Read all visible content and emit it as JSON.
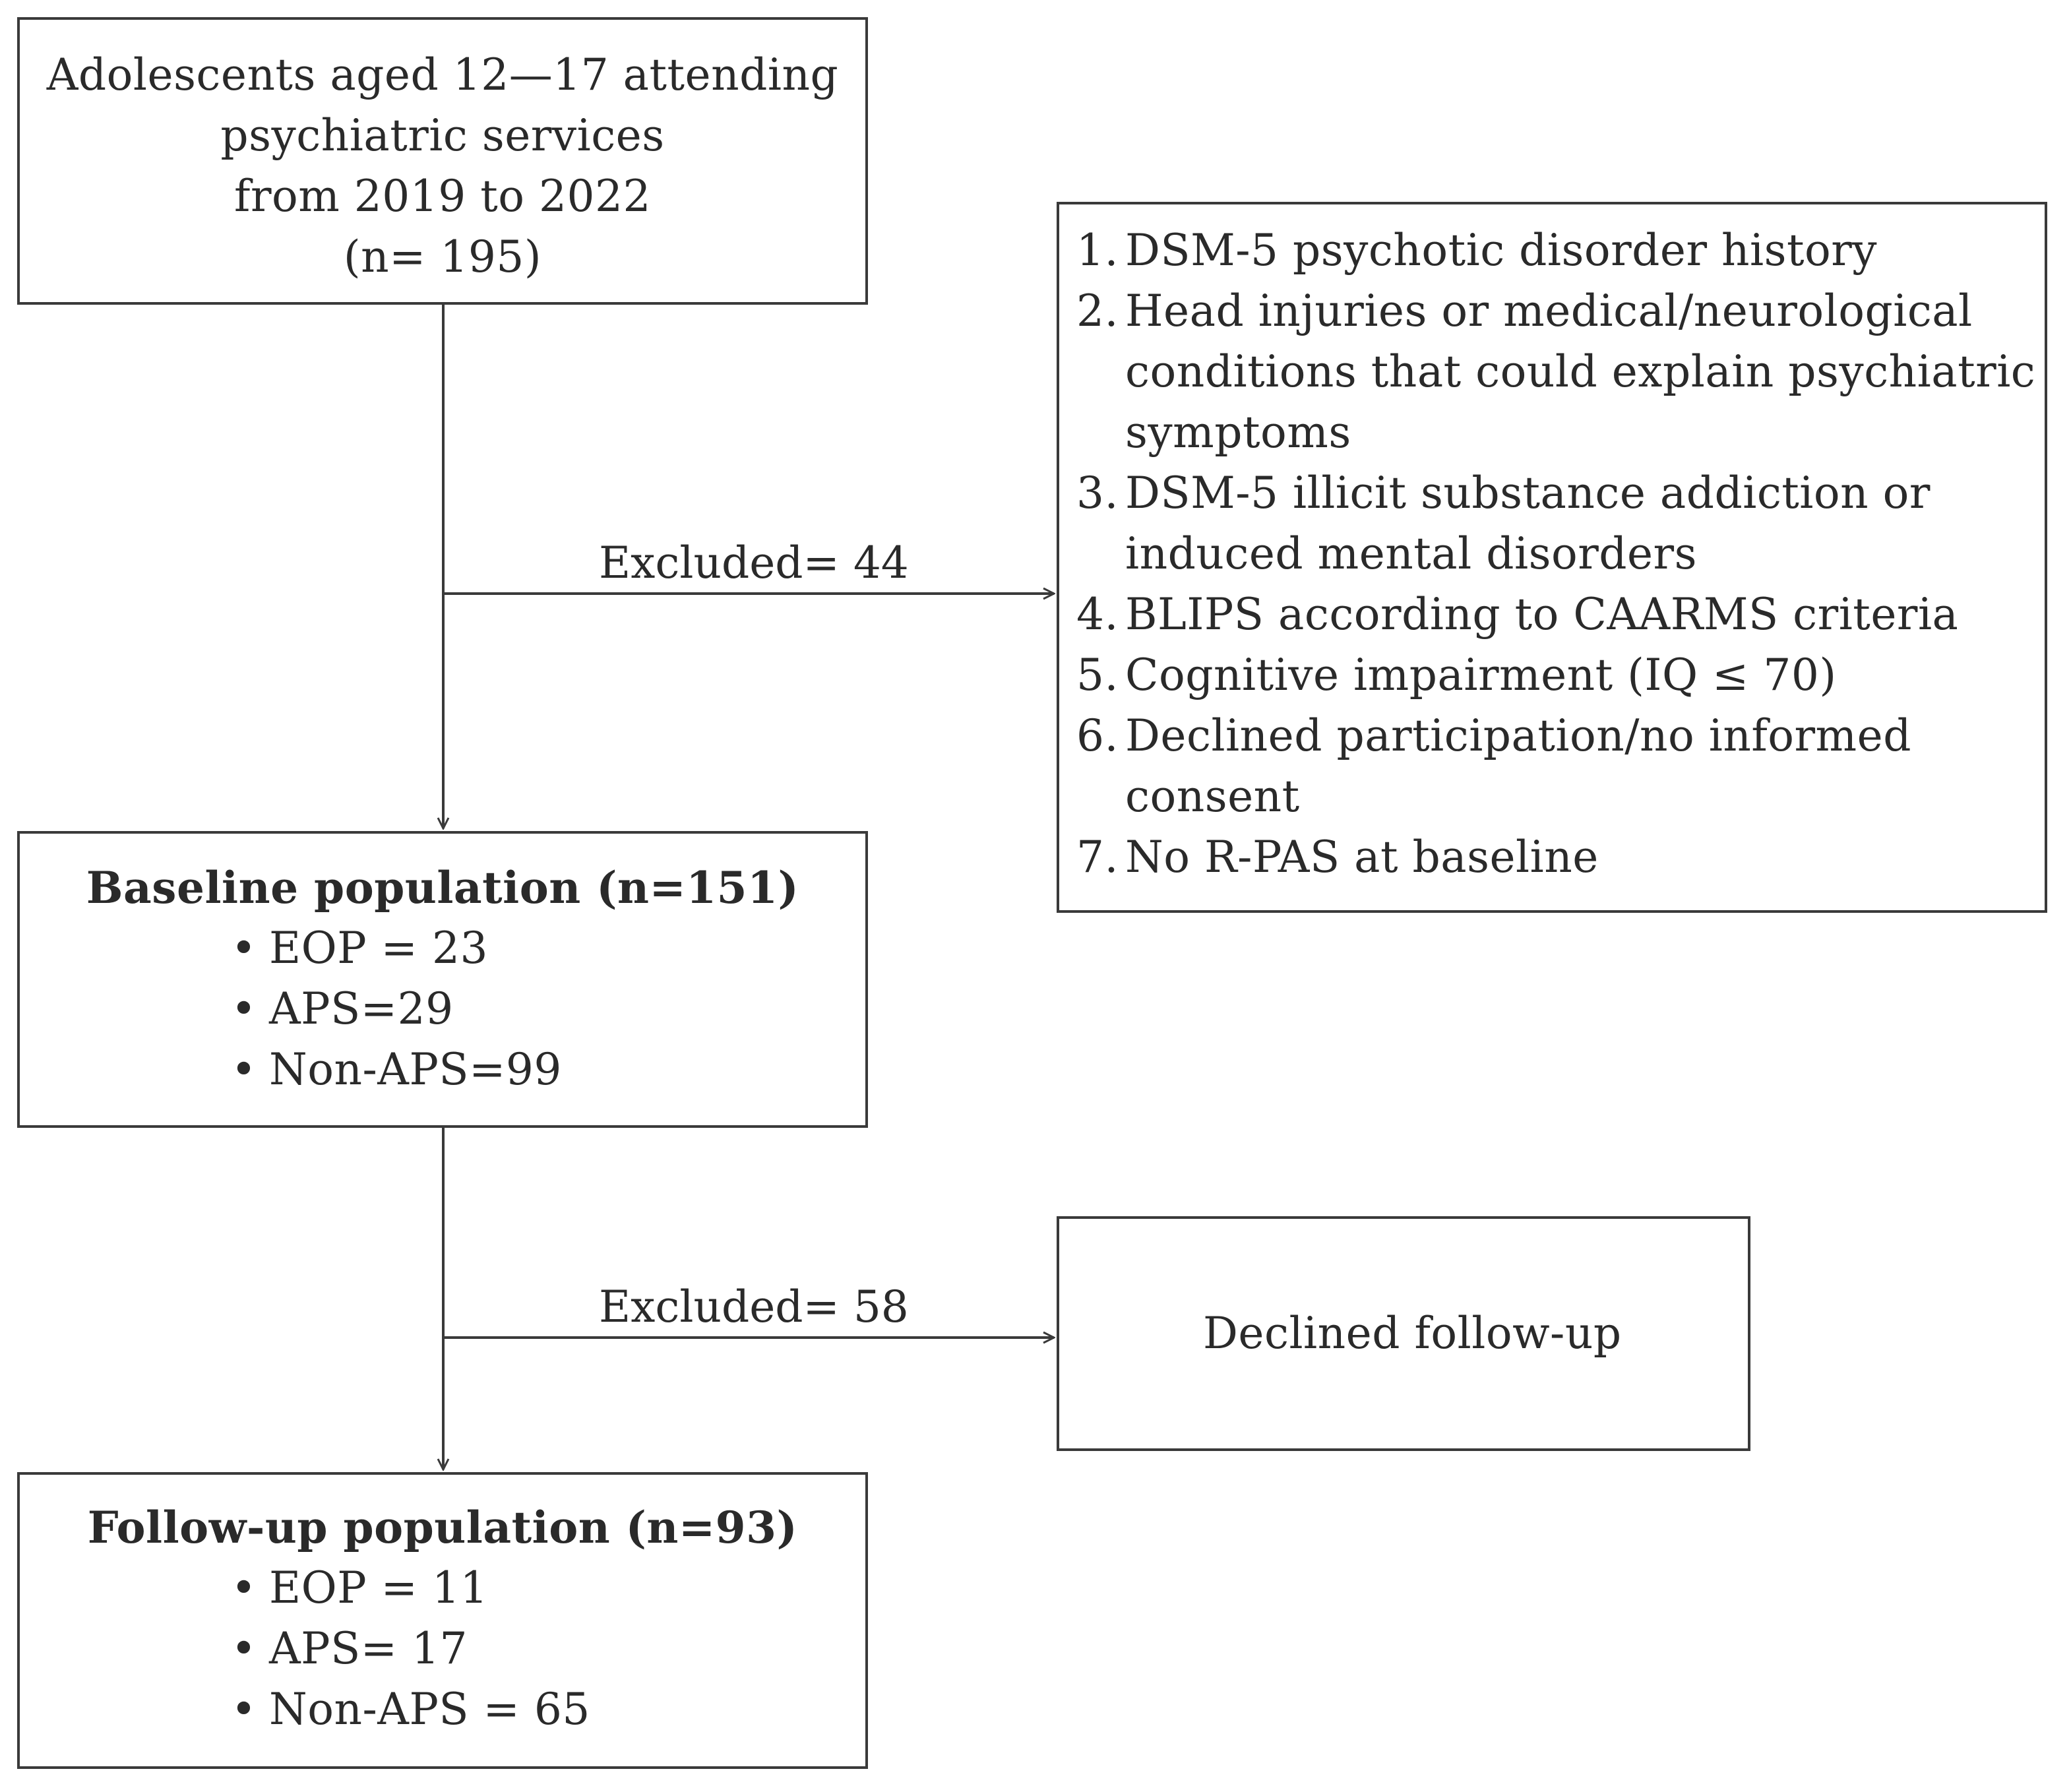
{
  "intake": {
    "lines": [
      "Adolescents aged 12—17 attending",
      "psychiatric services",
      "from 2019 to 2022",
      "(n= 195)"
    ]
  },
  "exclusion1": {
    "label": "Excluded= 44",
    "criteria": [
      {
        "num": "1.",
        "text": "DSM-5 psychotic disorder history"
      },
      {
        "num": "2.",
        "text": "Head injuries or medical/neurological conditions that could explain psychiatric symptoms"
      },
      {
        "num": "3.",
        "text": "DSM-5 illicit substance addiction or induced mental disorders"
      },
      {
        "num": "4.",
        "text": "BLIPS according to CAARMS criteria"
      },
      {
        "num": "5.",
        "text": "Cognitive impairment  (IQ ≤ 70)"
      },
      {
        "num": "6.",
        "text": "Declined participation/no informed consent"
      },
      {
        "num": "7.",
        "text": "No R-PAS at baseline"
      }
    ]
  },
  "baseline": {
    "title": "Baseline population (n=151)",
    "items": [
      "EOP = 23",
      "APS=29",
      "Non-APS=99"
    ]
  },
  "exclusion2": {
    "label": "Excluded= 58",
    "reason": "Declined follow-up"
  },
  "followup": {
    "title": "Follow-up population (n=93)",
    "items": [
      "EOP = 11",
      "APS= 17",
      "Non-APS = 65"
    ]
  },
  "bullet_symbol": "•",
  "colors": {
    "line": "#3a3a3a",
    "text": "#2a2a2a"
  }
}
